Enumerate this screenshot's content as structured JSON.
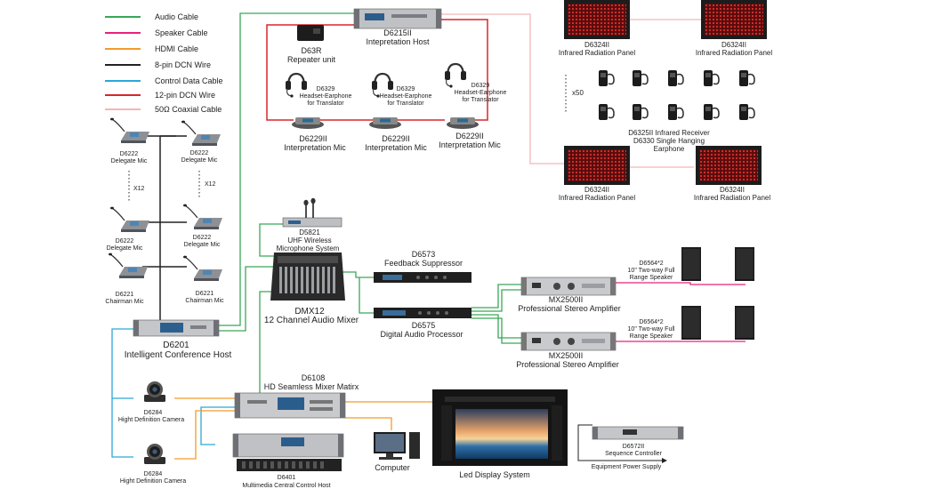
{
  "legend": [
    {
      "label": "Audio Cable",
      "color": "#3aa757"
    },
    {
      "label": "Speaker Cable",
      "color": "#e8217e"
    },
    {
      "label": "HDMI Cable",
      "color": "#f39a2c"
    },
    {
      "label": "8-pin DCN Wire",
      "color": "#222222"
    },
    {
      "label": "Control Data Cable",
      "color": "#2aa7d8"
    },
    {
      "label": "12-pin DCN Wire",
      "color": "#d8262b"
    },
    {
      "label": "50Ω Coaxial Cable",
      "color": "#f2b6b6"
    }
  ],
  "devices": {
    "d6215": {
      "model": "D6215II",
      "name": "Intepretation Host"
    },
    "d63r": {
      "model": "D63R",
      "name": "Repeater unit"
    },
    "headsets": [
      {
        "model": "D6329",
        "line1": "Headset-Earphone",
        "line2": "for Translator"
      },
      {
        "model": "D6329",
        "line1": "Headset-Earphone",
        "line2": "for Translator"
      },
      {
        "model": "D6329",
        "line1": "Headset-Earphone",
        "line2": "for Translator"
      }
    ],
    "interp_mics": [
      {
        "model": "D6229II",
        "name": "Interpretation Mic"
      },
      {
        "model": "D6229II",
        "name": "Interpretation Mic"
      },
      {
        "model": "D6229II",
        "name": "Interpretation Mic"
      }
    ],
    "panels": [
      {
        "model": "D6324II",
        "name": "Infrared Radiation Panel"
      },
      {
        "model": "D6324II",
        "name": "Infrared Radiation Panel"
      },
      {
        "model": "D6324II",
        "name": "Infrared Radiation Panel"
      },
      {
        "model": "D6324II",
        "name": "Infrared Radiation Panel"
      }
    ],
    "receivers": {
      "count": "x50",
      "line1": "D6325II Infrared Receiver",
      "line2": "D6330 Single Hanging",
      "line3": "Earphone"
    },
    "delegate_left": [
      {
        "model": "D6222",
        "name": "Delegate Mic"
      },
      {
        "model": "D6222",
        "name": "Delegate Mic"
      },
      {
        "model": "D6221",
        "name": "Chairman Mic"
      }
    ],
    "delegate_right": [
      {
        "model": "D6222",
        "name": "Delegate Mic"
      },
      {
        "model": "D6222",
        "name": "Delegate Mic"
      },
      {
        "model": "D6221",
        "name": "Chairman Mic"
      }
    ],
    "x12_left": "X12",
    "x12_right": "X12",
    "d6201": {
      "model": "D6201",
      "name": "Intelligent Conference Host"
    },
    "d5821": {
      "model": "D5821",
      "line1": "UHF Wireless",
      "line2": "Microphone System"
    },
    "dmx12": {
      "model": "DMX12",
      "name": "12 Channel Audio Mixer"
    },
    "d6573": {
      "model": "D6573",
      "name": "Feedback Suppressor"
    },
    "d6575": {
      "model": "D6575",
      "name": "Digital Audio Processor"
    },
    "amps": [
      {
        "model": "MX2500II",
        "name": "Professional Stereo Amplifier"
      },
      {
        "model": "MX2500II",
        "name": "Professional Stereo Amplifier"
      }
    ],
    "speakers": [
      {
        "model": "D6564*2",
        "line1": "10\" Two-way Full",
        "line2": "Range Speaker"
      },
      {
        "model": "D6564*2",
        "line1": "10\" Two-way Full",
        "line2": "Range Speaker"
      }
    ],
    "cameras": [
      {
        "model": "D6284",
        "name": "Hight Definition Camera"
      },
      {
        "model": "D6284",
        "name": "Hight Definition Camera"
      }
    ],
    "d6108": {
      "model": "D6108",
      "name": "HD Seamless Mixer Matirx"
    },
    "d6401": {
      "model": "D6401",
      "name": "Multimedia Central Control Host"
    },
    "computer": {
      "name": "Computer"
    },
    "led": {
      "name": "Led Display System"
    },
    "d6572": {
      "model": "D6572II",
      "name": "Sequence Controller"
    },
    "power": {
      "name": "Equipment Power Supply"
    }
  }
}
